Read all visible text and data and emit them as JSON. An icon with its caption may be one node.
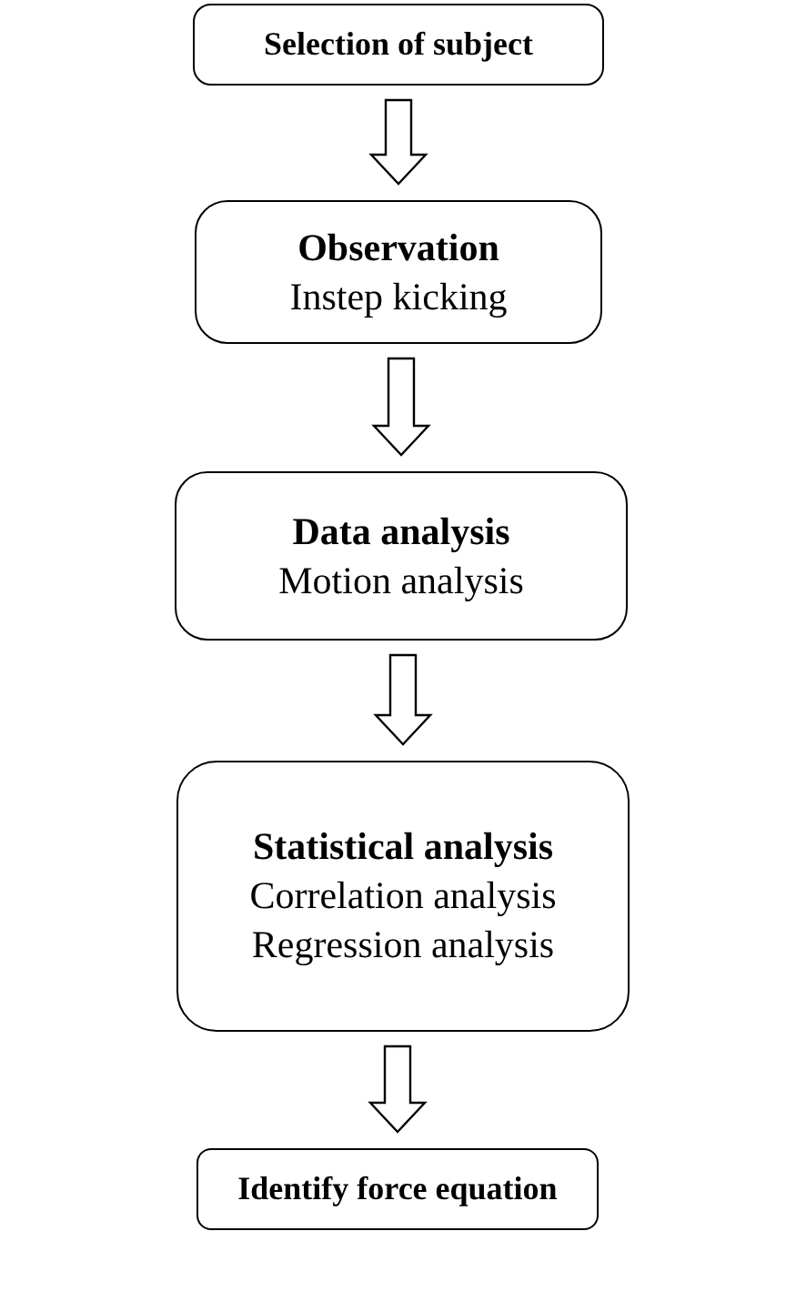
{
  "diagram": {
    "nodes": [
      {
        "text": [
          "Selection of subject"
        ]
      },
      {
        "text": [
          "Observation",
          "Instep kicking"
        ]
      },
      {
        "text": [
          "Data analysis",
          "Motion analysis"
        ]
      },
      {
        "text": [
          "Statistical analysis",
          "Correlation analysis",
          "Regression analysis"
        ]
      },
      {
        "text": [
          "Identify force equation"
        ]
      }
    ],
    "edges": [
      {
        "from": 0,
        "to": 1,
        "arrow": "to"
      },
      {
        "from": 1,
        "to": 2,
        "arrow": "to"
      },
      {
        "from": 2,
        "to": 3,
        "arrow": "to"
      },
      {
        "from": 3,
        "to": 4,
        "arrow": "to"
      }
    ]
  }
}
